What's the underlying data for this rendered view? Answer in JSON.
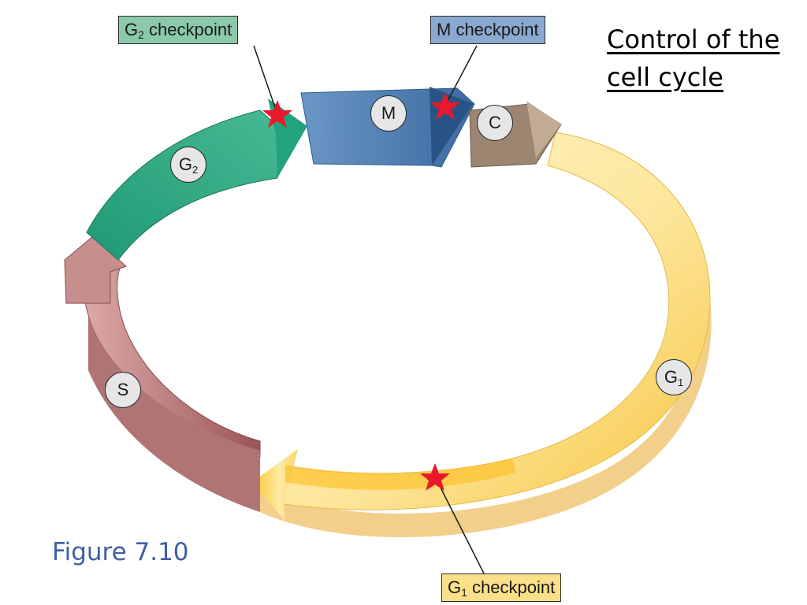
{
  "title": "Control of the cell cycle",
  "figure_label": "Figure 7.10",
  "phases": {
    "m": {
      "label": "M",
      "color": "#4f7fb3"
    },
    "c": {
      "label": "C",
      "color": "#9c8672"
    },
    "g1": {
      "label": "G",
      "sub": "1",
      "color": "#fce59a"
    },
    "s": {
      "label": "S",
      "color": "#a96a6a"
    },
    "g2": {
      "label": "G",
      "sub": "2",
      "color": "#2fa37f"
    }
  },
  "checkpoints": {
    "g2": {
      "label": "G",
      "sub": "2",
      "suffix": " checkpoint",
      "color": "#8bc9aa"
    },
    "m": {
      "label": "M checkpoint",
      "color": "#8aa8d0"
    },
    "g1": {
      "label": "G",
      "sub": "1",
      "suffix": " checkpoint",
      "color": "#fbe08a"
    }
  },
  "marker_color": "#e8192c"
}
